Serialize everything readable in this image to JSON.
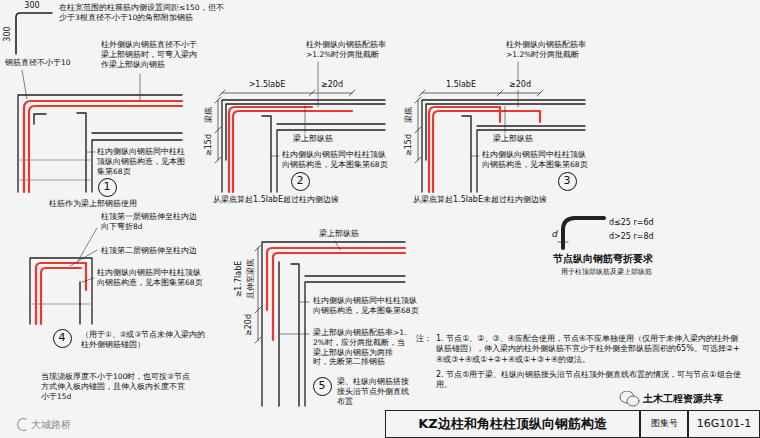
{
  "diagram": {
    "nodes": [
      {
        "text": [
          "1"
        ]
      },
      {
        "text": [
          "2"
        ]
      },
      {
        "text": [
          "3"
        ]
      },
      {
        "text": [
          "4"
        ]
      },
      {
        "text": [
          "5"
        ]
      },
      {
        "text": [
          "KZ边柱和角柱柱顶纵向钢筋构造"
        ]
      },
      {
        "text": [
          "图集号"
        ]
      },
      {
        "text": [
          "16G101-1"
        ]
      }
    ],
    "labels": [
      "300",
      "300",
      "在柱宽范围的柱箍筋内侧设置间距≤150，但不少于3根直径不小于10的角部附加钢筋",
      "钢筋直径不小于10",
      "柱外侧纵向钢筋直径不小于梁上部钢筋时，可弯入梁内作梁上部纵向钢筋",
      "柱内侧纵向钢筋同中柱柱顶纵向钢筋构造，见本图集第68页",
      "柱筋作为梁上部钢筋使用",
      "柱外侧纵向钢筋配筋率>1.2%时分两批截断",
      ">1.5labE",
      "≥20d",
      "梁底",
      "≥15d",
      "梁上部纵筋",
      "柱内侧纵向钢筋同中柱柱顶纵向钢筋构造，见本图集第68页",
      "从梁底算起1.5labE超过柱内侧边缘",
      "柱外侧纵向钢筋配筋率>1.2%时分两批截断",
      "1.5labE",
      "≥20d",
      "梁底",
      "≥15d",
      "梁上部纵筋",
      "柱内侧纵向钢筋同中柱柱顶纵向钢筋构造，见本图集第68页",
      "从梁底算起1.5labE未超过柱内侧边缘",
      "d",
      "d≤25 r=6d",
      "d>25 r=8d",
      "节点纵向钢筋弯折要求",
      "用于柱顶部纵筋及梁上部纵筋",
      "柱顶第一层钢筋伸至柱内边向下弯折8d",
      "柱顶第二层钢筋伸至柱内边",
      "柱内侧纵向钢筋同中柱柱顶纵向钢筋构造，见本图集第68页",
      "（用于①、②或③节点未伸入梁内的柱外侧钢筋锚固）",
      "当现浇板厚度不小于100时，也可按②节点方式伸入板内锚固，且伸入板内长度不宜小于15d",
      "梁上部纵筋",
      "≥1.7labE",
      "且伸至梁底",
      "柱内侧纵向钢筋同中柱柱顶纵向钢筋构造，见本图集第68页",
      "≥20d",
      "梁上部纵向钢筋配筋率>1.2%时，应分两批截断，当梁上部纵向钢筋为两排时，先断第二排钢筋",
      "梁、柱纵向钢筋搭接接头沿节点外侧直线布置",
      "注：",
      "1. 节点①、②、③、④应配合使用，节点④不应单独使用（仅用于未伸入梁内的柱外侧纵筋锚固），伸入梁内的柱外侧纵筋不宜少于柱外侧全部纵筋面积的65%。可选择②+④或③+④或①+②+④或①+③+④的做法。",
      "2. 节点⑤用于梁、柱纵向钢筋接头沿节点柱顶外侧直线布置的情况，可与节点①组合使用。",
      "土木工程资源共享",
      "大城路桥"
    ]
  }
}
